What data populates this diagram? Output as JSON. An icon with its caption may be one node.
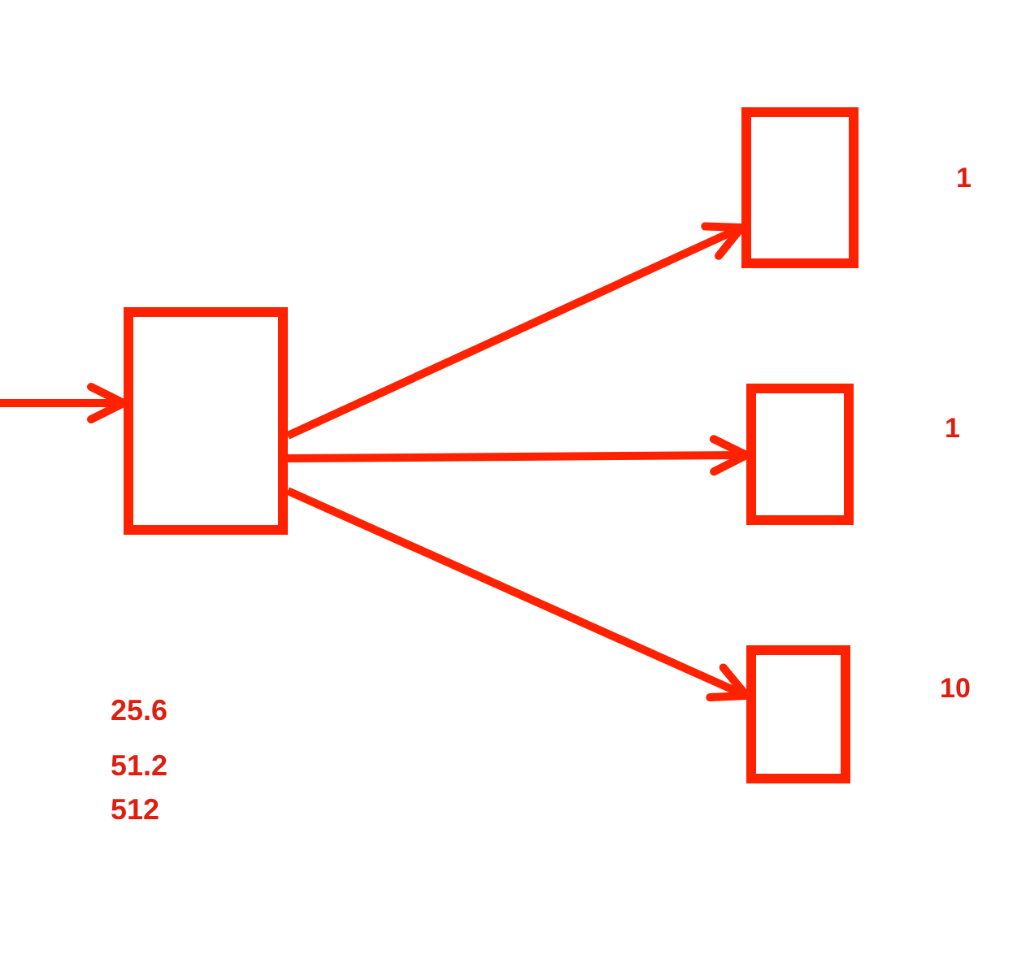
{
  "diagram": {
    "nodes": [
      {
        "text": [],
        "shape": "box"
      },
      {
        "text": [],
        "shape": "box",
        "beside": [
          "1"
        ]
      },
      {
        "text": [],
        "shape": "box",
        "beside": [
          "1"
        ]
      },
      {
        "text": [],
        "shape": "box",
        "beside": [
          "10"
        ]
      }
    ],
    "edges": [
      {
        "from": null,
        "to": 0,
        "arrow": "to"
      },
      {
        "from": 0,
        "to": 1,
        "arrow": "to"
      },
      {
        "from": 0,
        "to": 2,
        "arrow": "to"
      },
      {
        "from": 0,
        "to": 3,
        "arrow": "to"
      }
    ],
    "labels": [
      "25.6",
      "51.2",
      "512"
    ]
  }
}
